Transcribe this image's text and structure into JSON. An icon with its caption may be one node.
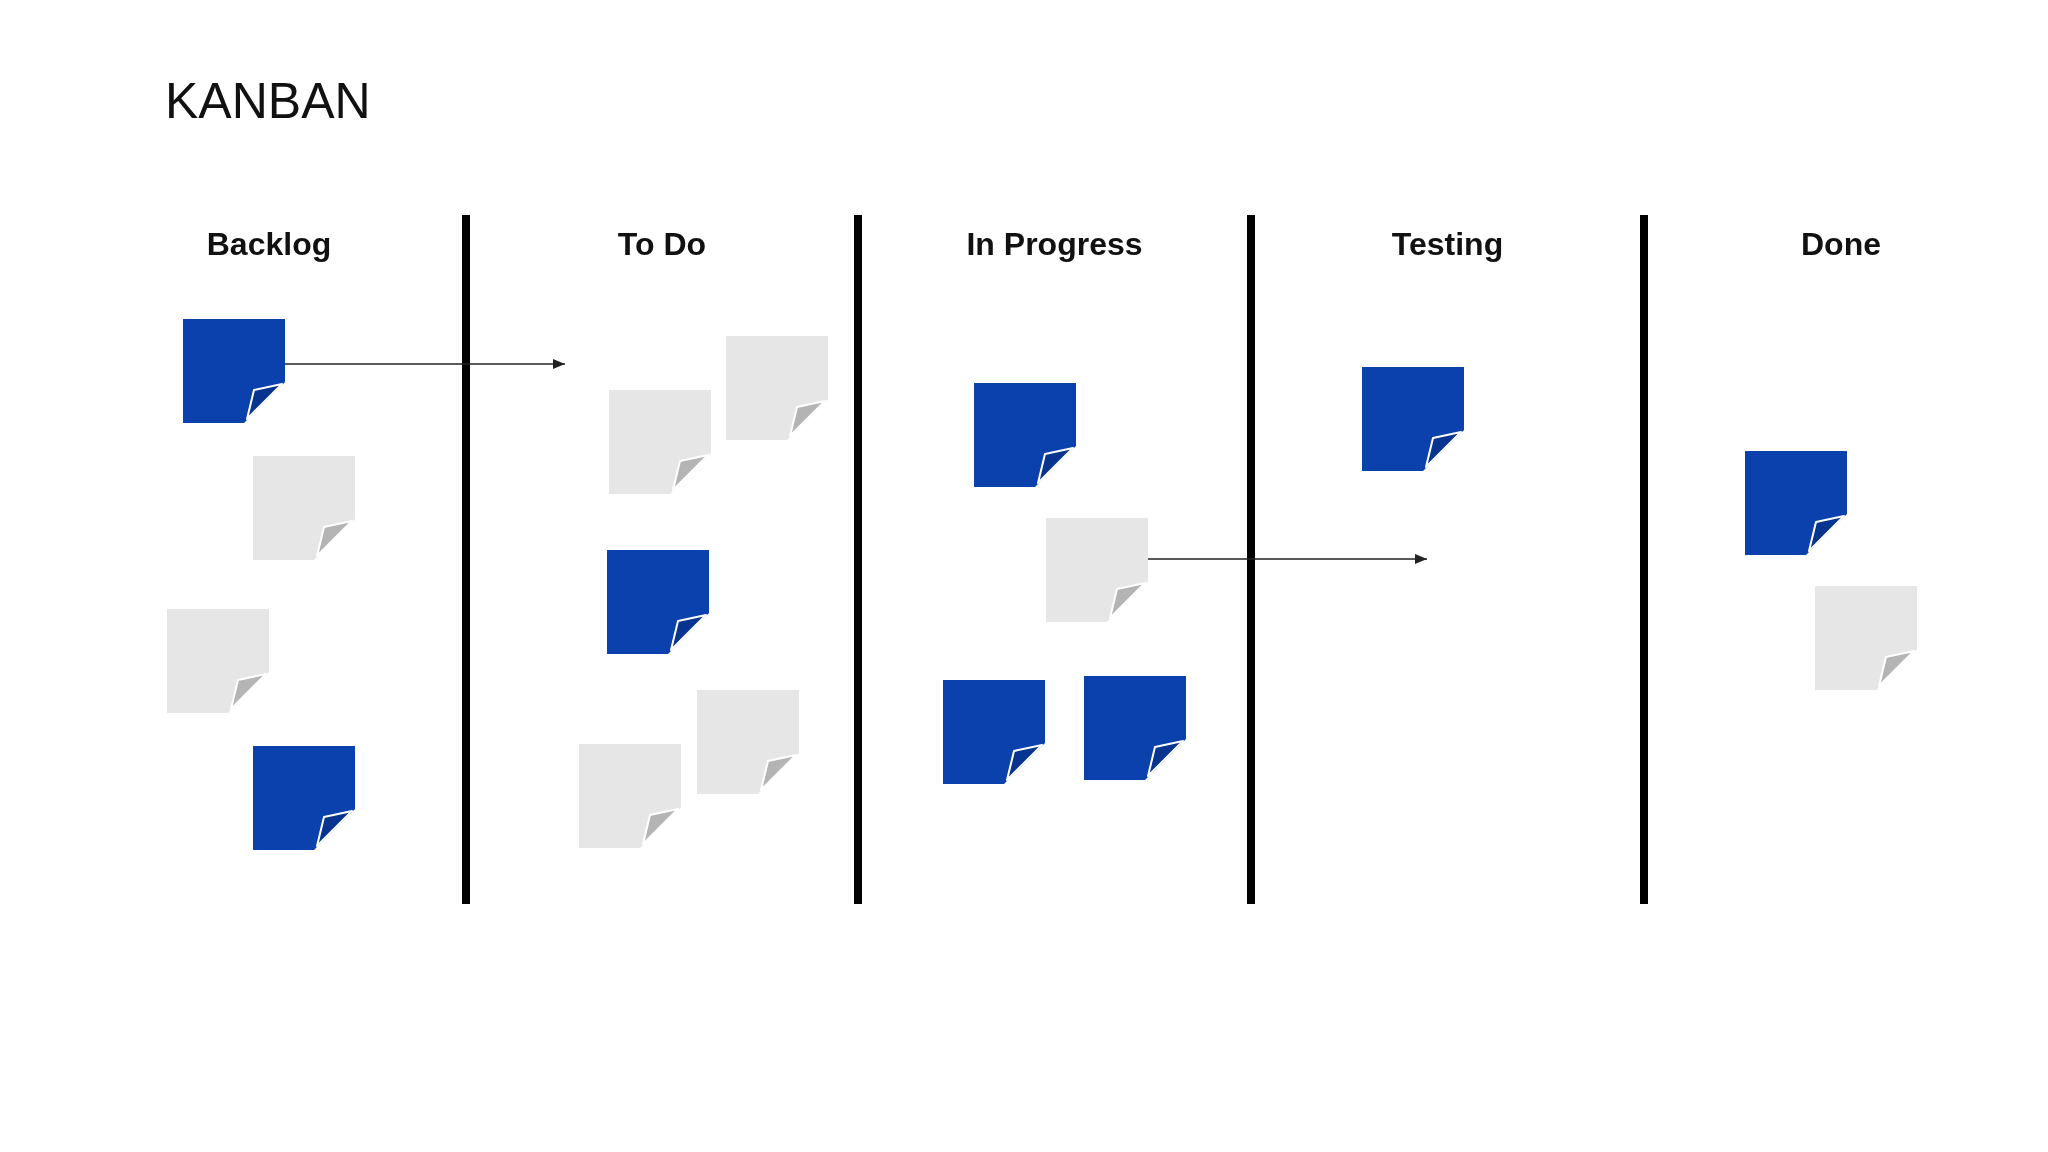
{
  "diagram": {
    "title": "KANBAN",
    "nodes": [
      {
        "text": [
          "Backlog"
        ]
      },
      {
        "text": [],
        "shape": "note",
        "in": 0
      },
      {
        "text": [],
        "shape": "note",
        "in": 0
      },
      {
        "text": [],
        "shape": "note",
        "in": 0
      },
      {
        "text": [],
        "shape": "note",
        "in": 0
      },
      {
        "text": [
          "To Do"
        ]
      },
      {
        "text": [],
        "shape": "note",
        "in": 5
      },
      {
        "text": [],
        "shape": "note",
        "in": 5
      },
      {
        "text": [],
        "shape": "note",
        "in": 5
      },
      {
        "text": [],
        "shape": "note",
        "in": 5
      },
      {
        "text": [],
        "shape": "note",
        "in": 5
      },
      {
        "text": [
          "In Progress"
        ]
      },
      {
        "text": [],
        "shape": "note",
        "in": 11
      },
      {
        "text": [],
        "shape": "note",
        "in": 11
      },
      {
        "text": [],
        "shape": "note",
        "in": 11
      },
      {
        "text": [],
        "shape": "note",
        "in": 11
      },
      {
        "text": [
          "Testing"
        ]
      },
      {
        "text": [],
        "shape": "note",
        "in": 16
      },
      {
        "text": [
          "Done"
        ]
      },
      {
        "text": [],
        "shape": "note",
        "in": 18
      },
      {
        "text": [],
        "shape": "note",
        "in": 18
      }
    ],
    "edges": [
      {
        "from": 1,
        "to": 5,
        "arrow": "to"
      },
      {
        "from": 13,
        "to": 16,
        "arrow": "to"
      }
    ]
  }
}
